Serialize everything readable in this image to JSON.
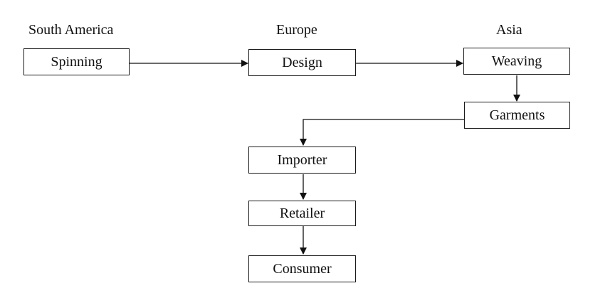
{
  "regions": {
    "south_america": "South America",
    "europe": "Europe",
    "asia": "Asia"
  },
  "nodes": {
    "spinning": "Spinning",
    "design": "Design",
    "weaving": "Weaving",
    "garments": "Garments",
    "importer": "Importer",
    "retailer": "Retailer",
    "consumer": "Consumer"
  },
  "edges": [
    {
      "from": "spinning",
      "to": "design"
    },
    {
      "from": "design",
      "to": "weaving"
    },
    {
      "from": "weaving",
      "to": "garments"
    },
    {
      "from": "garments",
      "to": "importer"
    },
    {
      "from": "importer",
      "to": "retailer"
    },
    {
      "from": "retailer",
      "to": "consumer"
    }
  ]
}
